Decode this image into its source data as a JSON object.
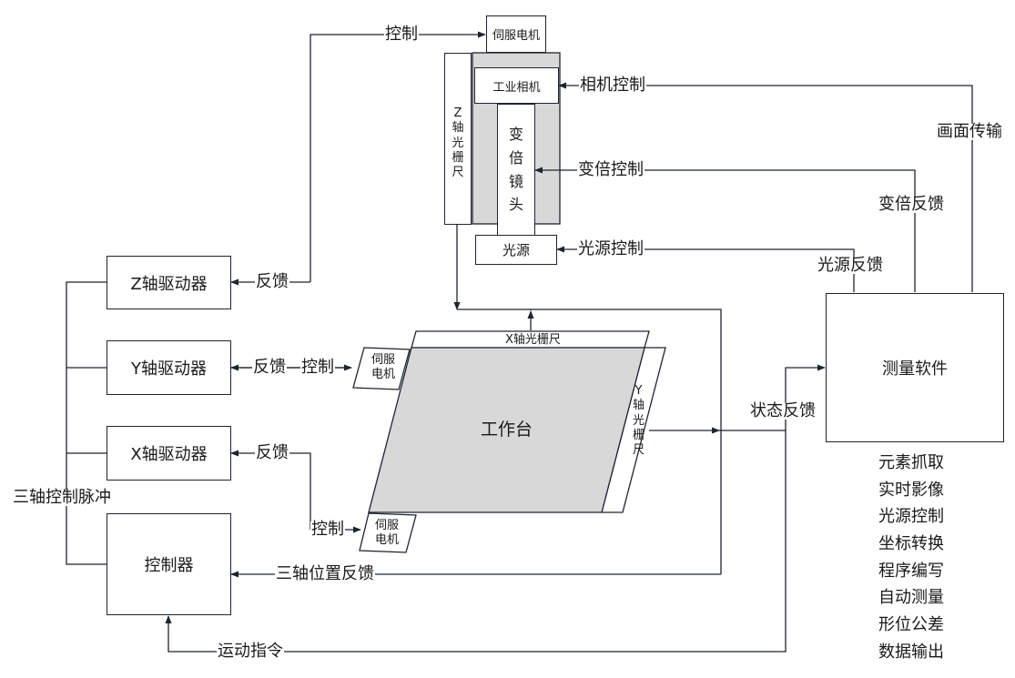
{
  "diagram": {
    "blocks": {
      "servo_top": "伺服电机",
      "camera": "工业相机",
      "zoom_lens": [
        "变",
        "倍",
        "镜",
        "头"
      ],
      "light": "光源",
      "z_scale": [
        "Z",
        "轴",
        "光",
        "栅",
        "尺"
      ],
      "x_scale": "X轴光栅尺",
      "y_scale": [
        "Y",
        "轴",
        "光",
        "栅",
        "尺"
      ],
      "worktable": "工作台",
      "servo_mid": [
        "伺服",
        "电机"
      ],
      "servo_bottom": [
        "伺服",
        "电机"
      ],
      "z_driver": "Z轴驱动器",
      "y_driver": "Y轴驱动器",
      "x_driver": "X轴驱动器",
      "controller": "控制器",
      "software": "测量软件"
    },
    "labels": {
      "control_top": "控制",
      "camera_control": "相机控制",
      "zoom_control": "变倍控制",
      "light_control": "光源控制",
      "image_transfer": "画面传输",
      "zoom_feedback": "变倍反馈",
      "light_feedback": "光源反馈",
      "z_feedback": "反馈",
      "y_feedback": "反馈",
      "y_control": "控制",
      "x_feedback": "反馈",
      "x_control": "控制",
      "status_feedback": "状态反馈",
      "pulse": "三轴控制脉冲",
      "position_feedback": "三轴位置反馈",
      "motion_command": "运动指令"
    },
    "software_features": [
      "元素抓取",
      "实时影像",
      "光源控制",
      "坐标转换",
      "程序编写",
      "自动测量",
      "形位公差",
      "数据输出"
    ]
  }
}
